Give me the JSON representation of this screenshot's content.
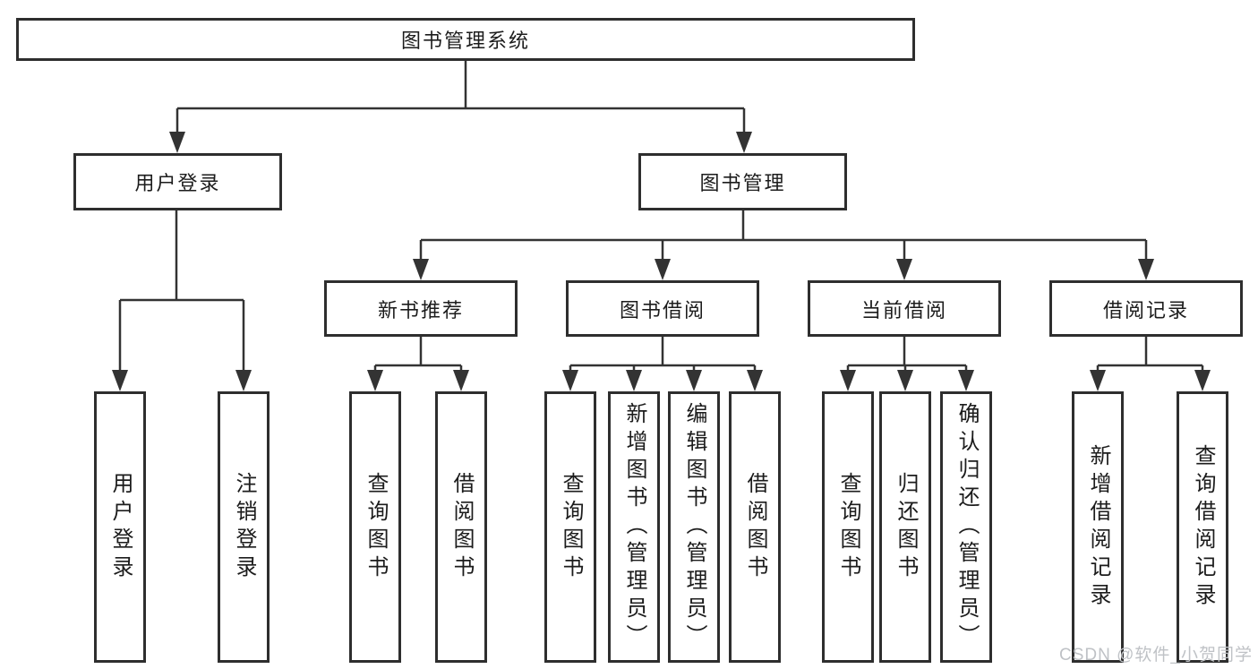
{
  "diagram": {
    "title": "图书管理系统",
    "branches": [
      {
        "label": "用户登录",
        "leaves": [
          "用户登录",
          "注销登录"
        ]
      },
      {
        "label": "图书管理",
        "sections": [
          {
            "label": "新书推荐",
            "leaves": [
              "查询图书",
              "借阅图书"
            ]
          },
          {
            "label": "图书借阅",
            "leaves": [
              "查询图书",
              "新增图书（管理员）",
              "编辑图书（管理员）",
              "借阅图书"
            ]
          },
          {
            "label": "当前借阅",
            "leaves": [
              "查询图书",
              "归还图书",
              "确认归还（管理员）"
            ]
          },
          {
            "label": "借阅记录",
            "leaves": [
              "新增借阅记录",
              "查询借阅记录"
            ]
          }
        ]
      }
    ]
  },
  "watermark": "CSDN @软件_小贺同学",
  "colors": {
    "line": "#333333",
    "box_border": "#2e2e2e",
    "text": "#1c1c1c",
    "watermark": "#bfc2c6",
    "background": "#ffffff"
  }
}
